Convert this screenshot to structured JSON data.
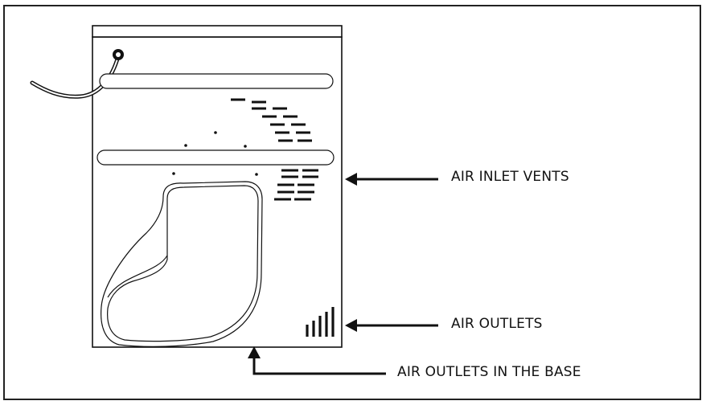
{
  "labels": {
    "air_inlet_vents": "AIR INLET VENTS",
    "air_outlets": "AIR OUTLETS",
    "air_outlets_base": "AIR OUTLETS IN THE BASE"
  },
  "colors": {
    "line": "#111111",
    "background": "#ffffff"
  }
}
